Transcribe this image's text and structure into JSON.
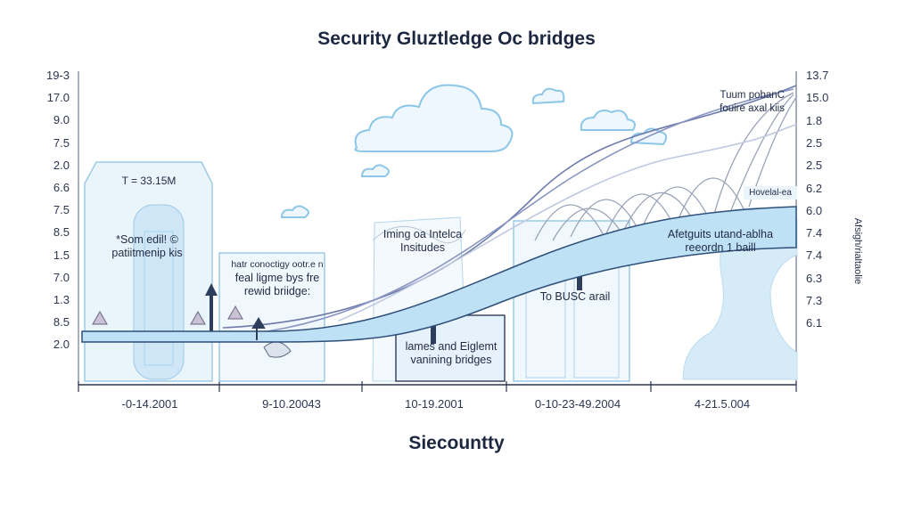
{
  "diagram": {
    "title": "Security Gluztledge Oc bridges",
    "x_axis_title": "Siecountty",
    "right_axis_label": "Afsigh/rialtaolie",
    "left_ticks": [
      "19-3",
      "17.0",
      "9.0",
      "7.5",
      "2.0",
      "6.6",
      "7.5",
      "8.5",
      "1.5",
      "7.0",
      "1.3",
      "8.5",
      "2.0"
    ],
    "right_ticks": [
      "13.7",
      "15.0",
      "1.8",
      "2.5",
      "2.5",
      "6.2",
      "6.0",
      "7.4",
      "7.4",
      "6.3",
      "7.3",
      "6.1"
    ],
    "x_ticks": [
      "-0-14.2001",
      "9-10.20043",
      "10-19.2001",
      "0-10-23-49.2004",
      "4-21.5.004"
    ],
    "annotations": {
      "t_value": "T = 33.15M",
      "panel1": [
        "*Som edil! ©",
        "patiitmenip kis"
      ],
      "panel2": [
        "hatr conoctigy ootr.e n",
        "feal ligme bys fre",
        "rewid briidge:"
      ],
      "panel3": [
        "Iming oa Intelca",
        "Insitudes"
      ],
      "panel4": "To BUSC arail",
      "panel3_box": [
        "lames and Eiglemt",
        "vanining bridges"
      ],
      "panel5": [
        "Afetguits utand-ablha",
        "reeordn 1 baill"
      ],
      "top_right": [
        "Tuum pobanC",
        "fouire axal kiis"
      ],
      "tag": "Hovelal-ea"
    }
  }
}
